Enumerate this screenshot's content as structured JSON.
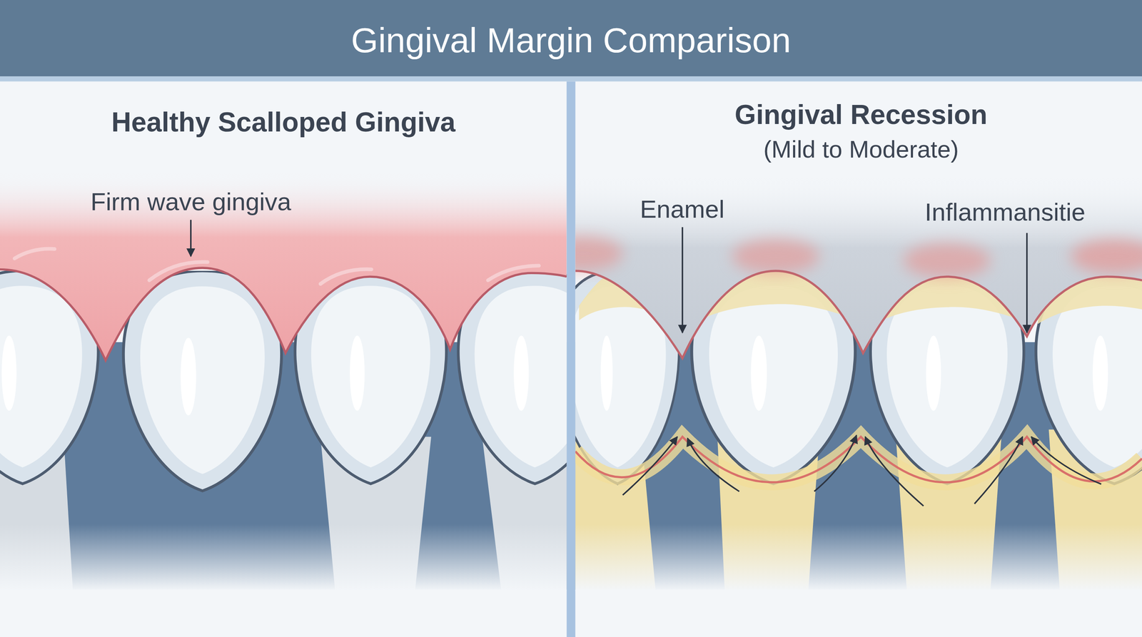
{
  "diagram": {
    "title": "Gingival Margin Comparison",
    "nodes": [
      {
        "text": [
          "Healthy Scalloped Gingiva"
        ]
      },
      {
        "text": [
          "Gingival Recession",
          "(Mild to Moderate)"
        ]
      }
    ],
    "labels": [
      "Firm wave gingiva",
      "Enamel",
      "Inflammansitie"
    ]
  }
}
